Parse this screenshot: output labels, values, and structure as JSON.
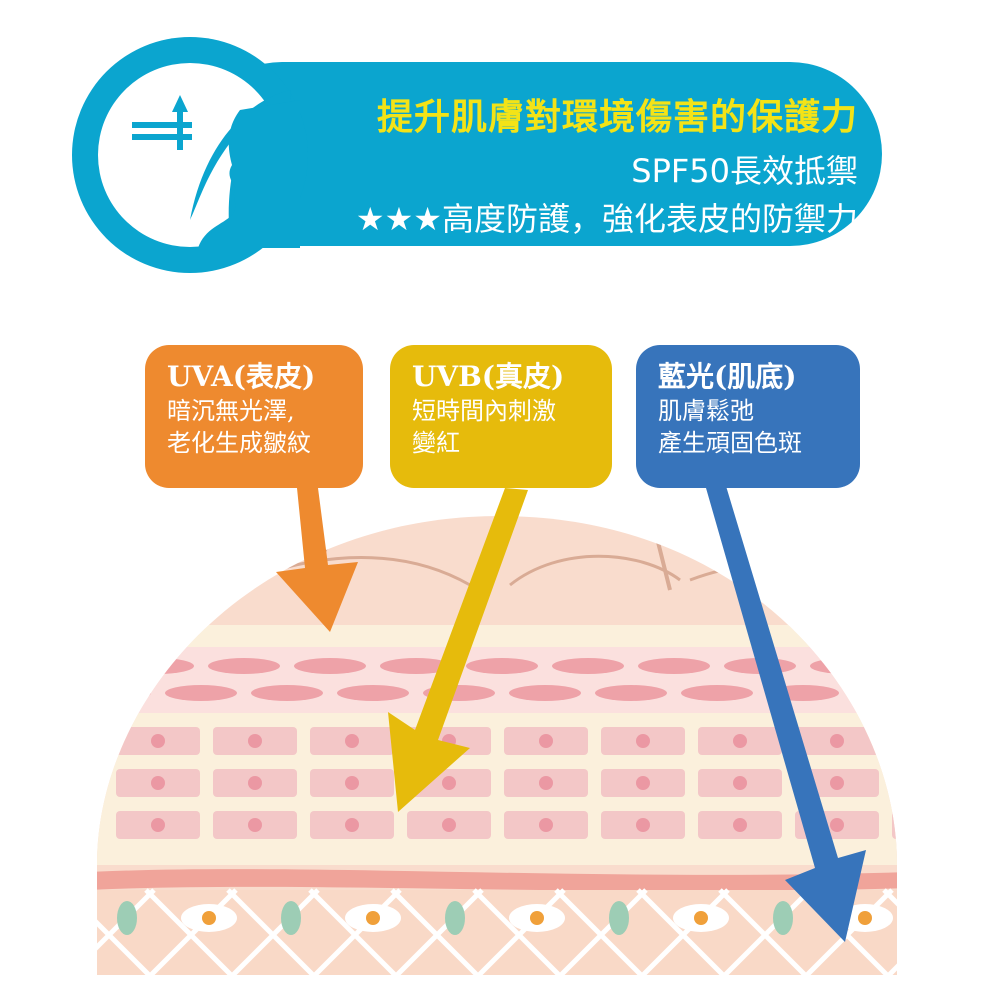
{
  "banner": {
    "title": "提升肌膚對環境傷害的保護力",
    "line1": "SPF50長效抵禦",
    "line2": "★★★高度防護，強化表皮的防禦力",
    "icon": "face-leaf-icon",
    "color": "#0ba5cf"
  },
  "boxes": [
    {
      "heading": "UVA(表皮)",
      "lines": [
        "暗沉無光澤,",
        "老化生成皺紋"
      ],
      "color": "#ee8a2f"
    },
    {
      "heading": "UVB(真皮)",
      "lines": [
        "短時間內刺激",
        "變紅"
      ],
      "color": "#e6bb0c"
    },
    {
      "heading": "藍光(肌底)",
      "lines": [
        "肌膚鬆弛",
        "產生頑固色斑"
      ],
      "color": "#3774bb"
    }
  ]
}
